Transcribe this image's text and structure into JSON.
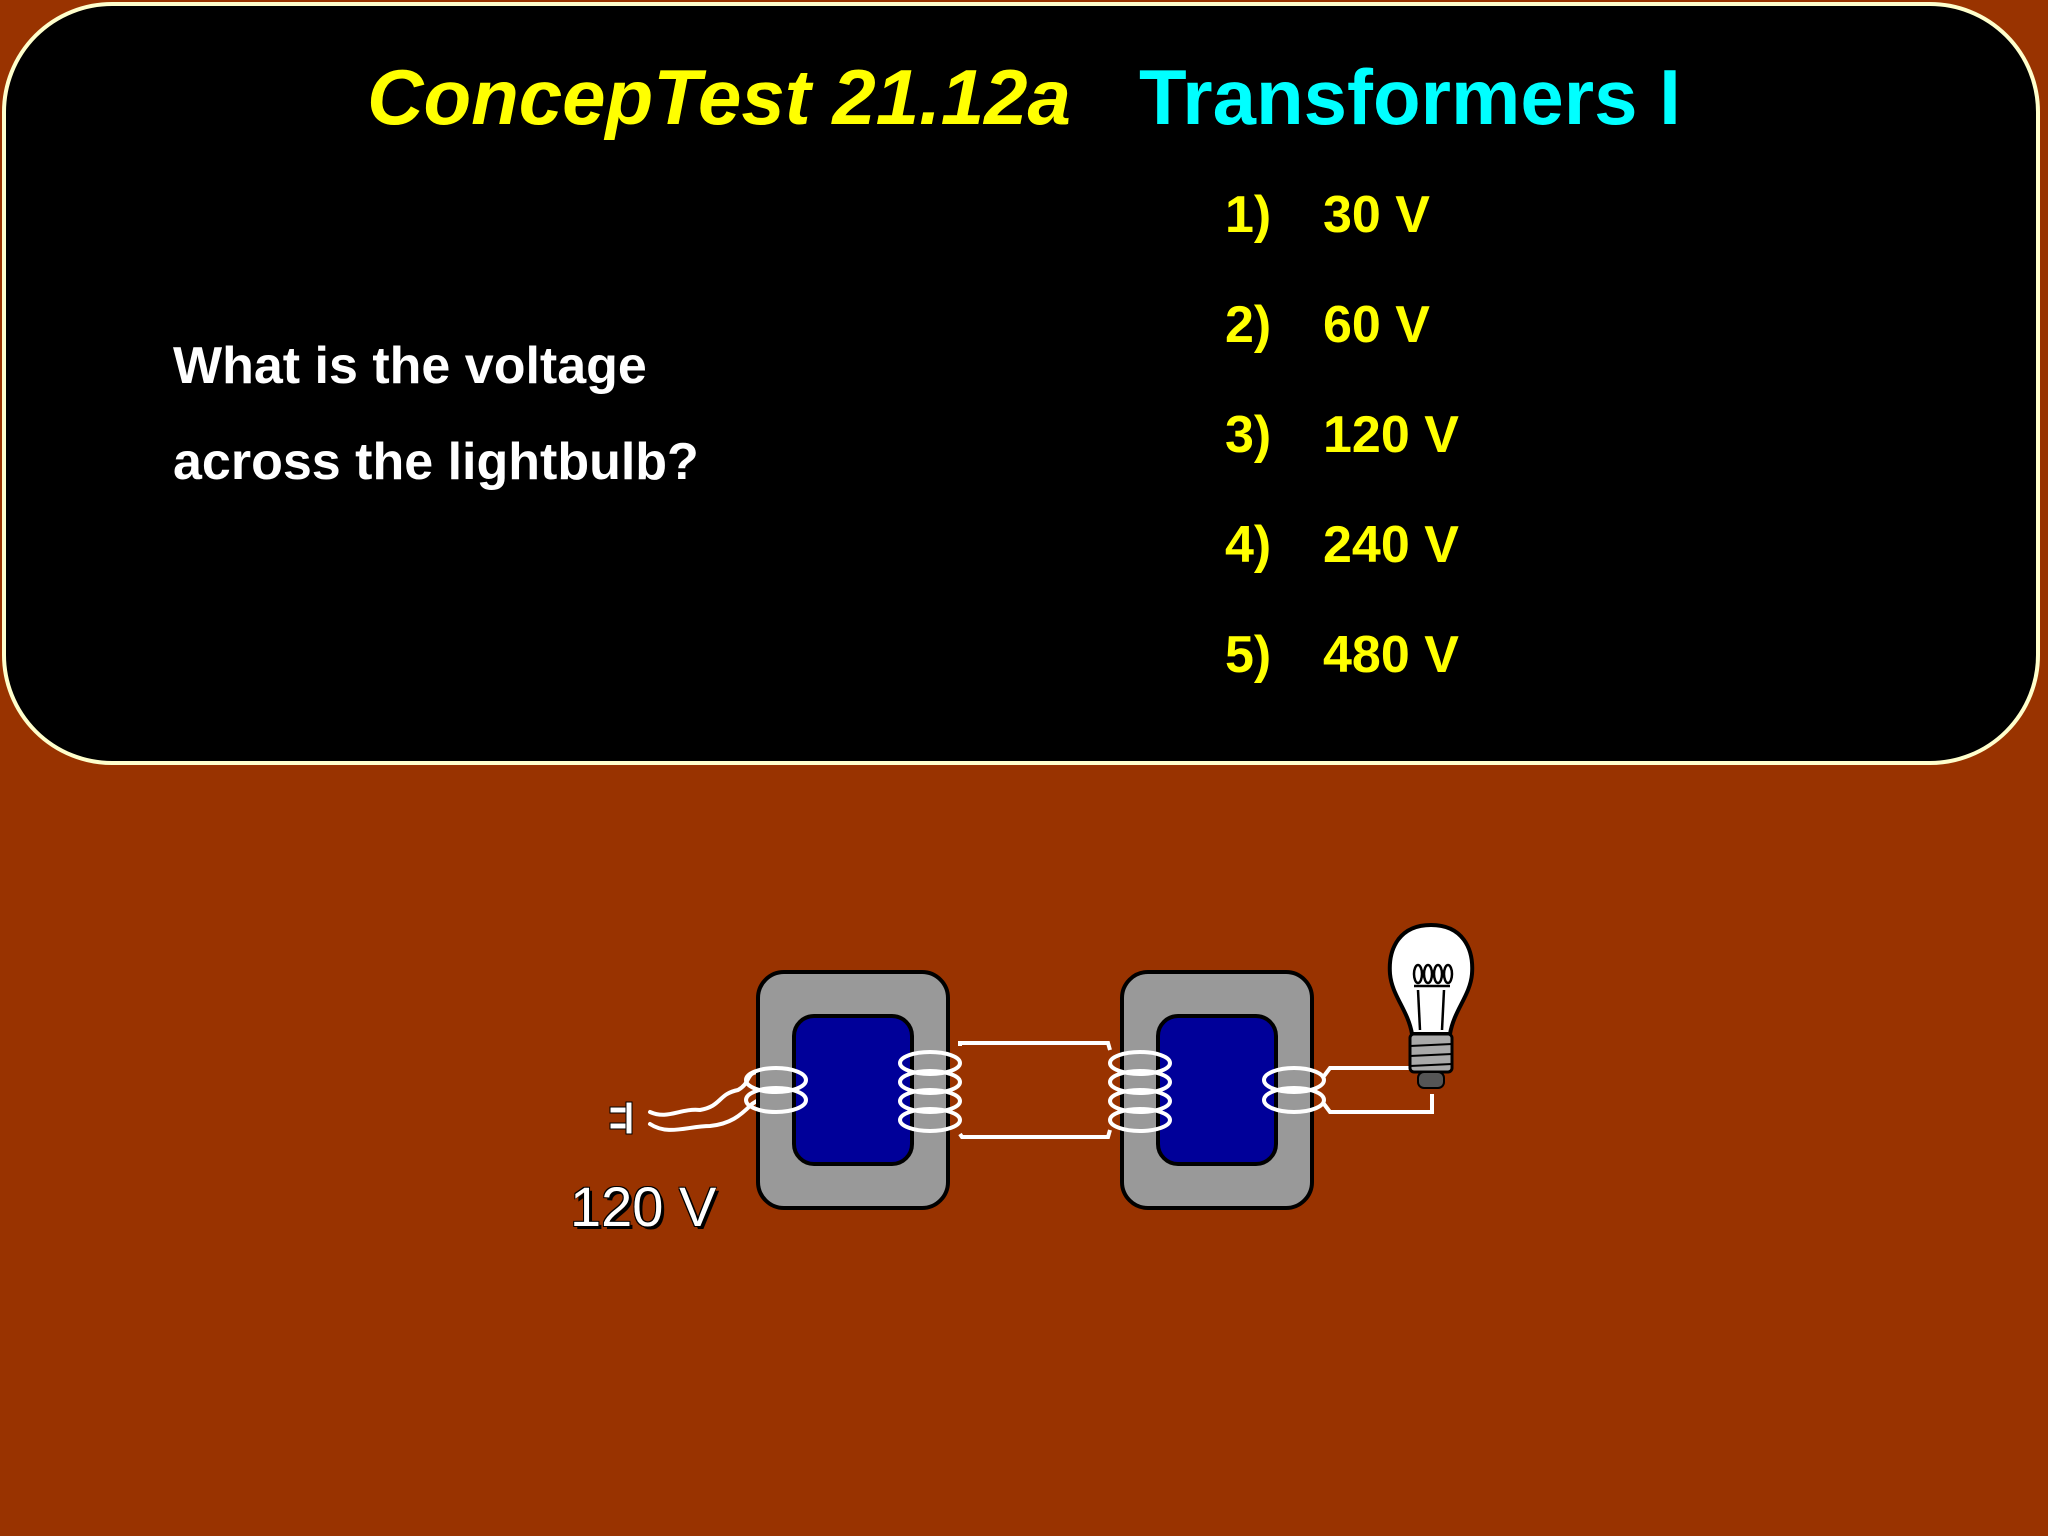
{
  "slide": {
    "title": "ConcepTest 21.12a",
    "subtitle": "Transformers I",
    "question_lines": [
      "What is the voltage",
      "across the lightbulb?"
    ],
    "answers": [
      {
        "number": "1)",
        "text": "30 V"
      },
      {
        "number": "2)",
        "text": "60 V"
      },
      {
        "number": "3)",
        "text": "120 V"
      },
      {
        "number": "4)",
        "text": "240 V"
      },
      {
        "number": "5)",
        "text": "480 V"
      }
    ]
  },
  "diagram": {
    "source_voltage": "120 V",
    "icons": [
      "plug-icon",
      "transformer-icon",
      "lightbulb-icon"
    ]
  },
  "colors": {
    "background": "#993300",
    "panel": "#000000",
    "panel_border": "#ffffcc",
    "title": "#ffff00",
    "subtitle": "#00ffff",
    "question": "#ffffff",
    "answers": "#ffff00",
    "core_outer": "#999999",
    "core_inner": "#000099"
  }
}
